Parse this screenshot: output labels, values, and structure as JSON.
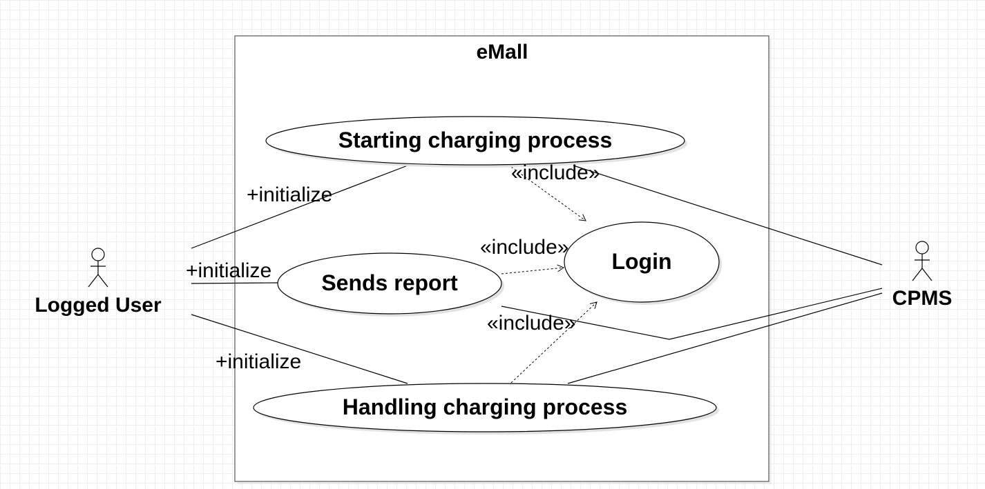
{
  "system": {
    "title": "eMall"
  },
  "actors": {
    "logged_user": "Logged User",
    "cpms": "CPMS"
  },
  "use_cases": {
    "starting_charging": "Starting charging process",
    "sends_report": "Sends report",
    "login": "Login",
    "handling_charging": "Handling charging process"
  },
  "relations": {
    "initialize_starting": "+initialize",
    "initialize_report": "+initialize",
    "initialize_handling": "+initialize",
    "include_starting": "«include»",
    "include_report": "«include»",
    "include_handling": "«include»"
  },
  "colors": {
    "stroke": "#000000",
    "fill": "#ffffff",
    "shadow": "#e2e2e2",
    "grid": "#eeeeee",
    "boundary": "#555555"
  }
}
